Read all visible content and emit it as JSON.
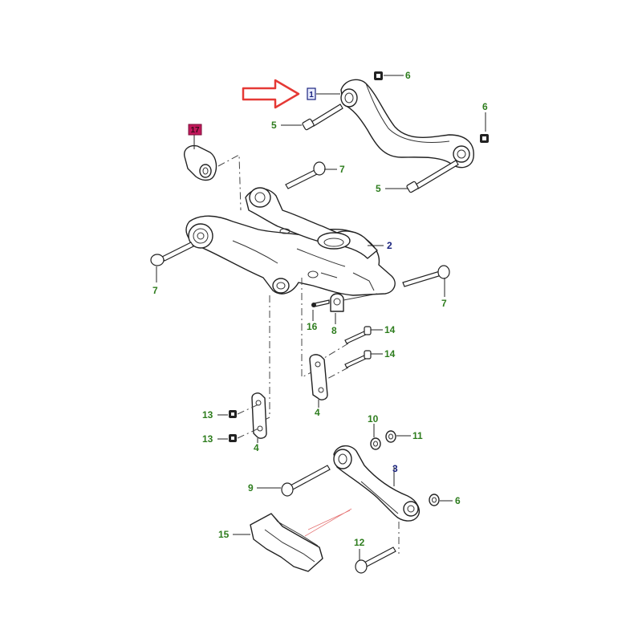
{
  "diagram": {
    "callouts": {
      "c1": "1",
      "c2": "2",
      "c3": "3",
      "c4a": "4",
      "c4b": "4",
      "c5a": "5",
      "c5b": "5",
      "c6a": "6",
      "c6b": "6",
      "c6c": "6",
      "c7a": "7",
      "c7b": "7",
      "c7c": "7",
      "c8": "8",
      "c9": "9",
      "c10": "10",
      "c11": "11",
      "c12": "12",
      "c13a": "13",
      "c13b": "13",
      "c14a": "14",
      "c14b": "14",
      "c15": "15",
      "c16": "16",
      "c17": "17"
    },
    "colors": {
      "callout_green": "#2e7d1e",
      "callout_blue": "#1a237e",
      "highlight_arrow": "#e53935",
      "highlight_box": "#c2185b"
    }
  }
}
